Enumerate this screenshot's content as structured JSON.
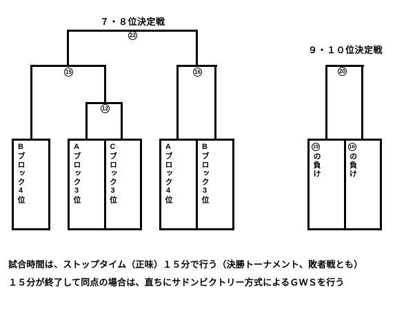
{
  "bracket_7_8": {
    "title": "７・８位決定戦",
    "matches": {
      "final": "22",
      "semi_left": "15",
      "semi_right": "16",
      "prelim": "12"
    },
    "teams": {
      "b_block_4": "Bブロック4位",
      "a_block_3": "Aブロック3位",
      "c_block_3": "Cブロック3位",
      "a_block_4": "Aブロック4位",
      "b_block_3": "Bブロック3位"
    }
  },
  "bracket_9_10": {
    "title": "９・１０位決定戦",
    "matches": {
      "final": "20"
    },
    "teams": {
      "loser_15_ref": "15",
      "loser_15_label": "の負け",
      "loser_16_ref": "16",
      "loser_16_label": "の負け"
    }
  },
  "notes": {
    "line1": "試合時間は、ストップタイム（正味）１５分で行う（決勝トーナメント、敗者戦とも）",
    "line2": "１５分が終了して同点の場合は、直ちにサドンビクトリー方式によるＧＷＳを行う"
  },
  "colors": {
    "ink": "#000000",
    "paper": "#ffffff"
  }
}
